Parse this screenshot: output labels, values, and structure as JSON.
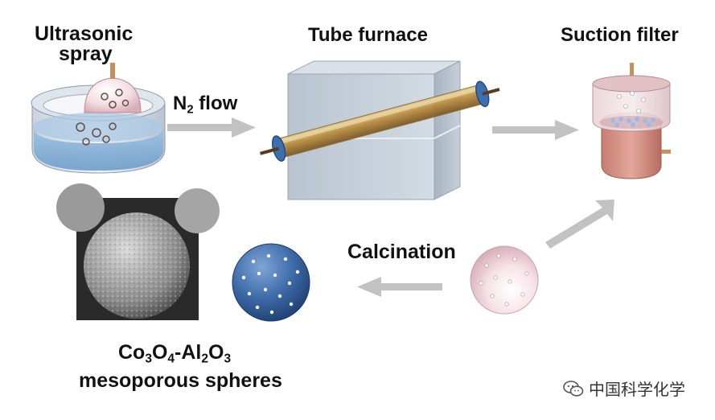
{
  "labels": {
    "ultrasonic_line1": "Ultrasonic",
    "ultrasonic_line2": "spray",
    "tube_furnace": "Tube furnace",
    "suction_filter": "Suction filter",
    "n2_flow": {
      "n": "N",
      "sub": "2",
      "rest": " flow"
    },
    "calcination": "Calcination",
    "product_formula": {
      "co": "Co",
      "sub1": "3",
      "o1": "O",
      "sub2": "4",
      "dash_al": "-Al",
      "sub3": "2",
      "o2": "O",
      "sub4": "3"
    },
    "product_name": "mesoporous spheres"
  },
  "watermark": {
    "text": "中国科学化学"
  },
  "colors": {
    "arrow": "#bdbdbd",
    "blue_sphere": "#3f6fae",
    "pink_sphere": "#f0cfd8",
    "filter_body": "#d9958a",
    "tube_gold": "#b8893a",
    "liquid_blue": "#8ab6da"
  }
}
